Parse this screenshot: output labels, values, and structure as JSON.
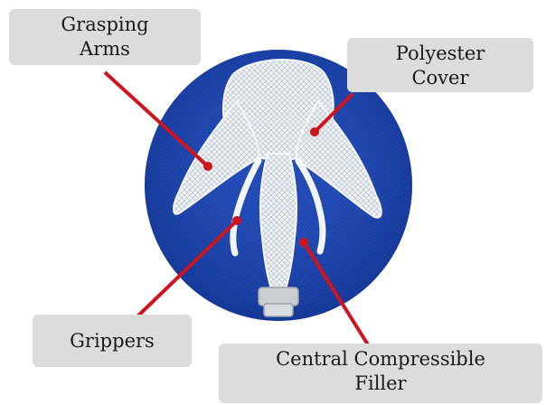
{
  "labels": {
    "grasping_arms": [
      "Grasping",
      "Arms"
    ],
    "polyester_cover": [
      "Polyester",
      "Cover"
    ],
    "grippers": [
      "Grippers"
    ],
    "central_filler": [
      "Central Compressible",
      "Filler"
    ]
  },
  "colors": {
    "background_disc": "#1f47b0",
    "device": "#e8ecf0",
    "leader_line": "#d0141c",
    "label_box": "#dcdcdc"
  }
}
